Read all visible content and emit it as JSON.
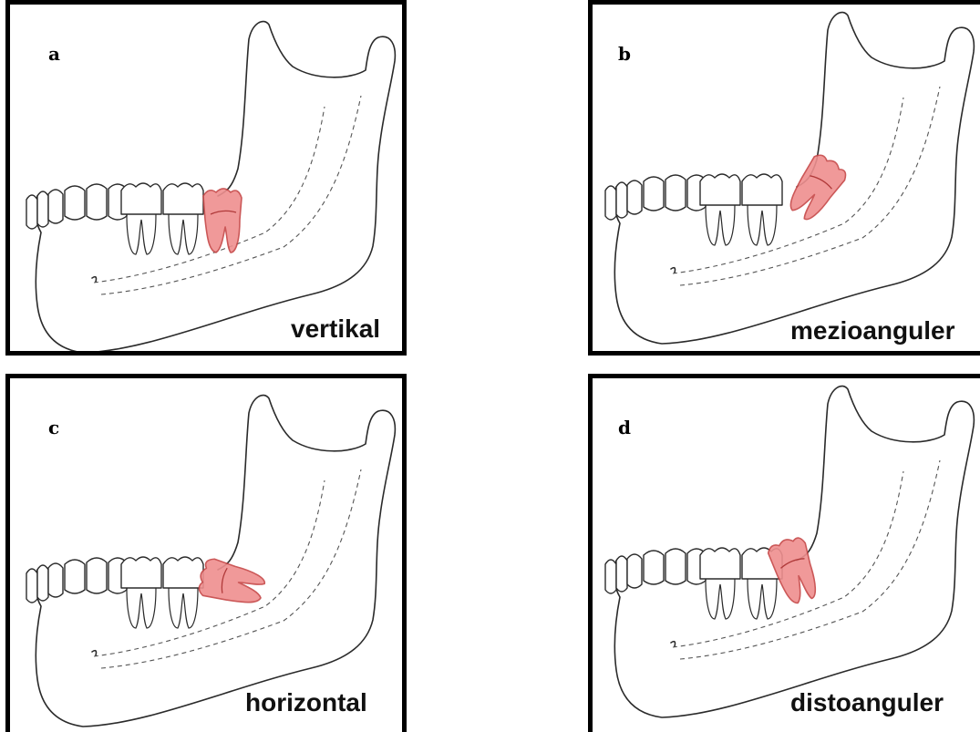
{
  "panels": [
    {
      "letter": "a",
      "caption": "vertikal"
    },
    {
      "letter": "b",
      "caption": "mezioanguler"
    },
    {
      "letter": "c",
      "caption": "horizontal"
    },
    {
      "letter": "d",
      "caption": "distoanguler"
    }
  ],
  "colors": {
    "border": "#000000",
    "outline": "#2a2a2a",
    "impacted_tooth": "#ef8f8f"
  }
}
